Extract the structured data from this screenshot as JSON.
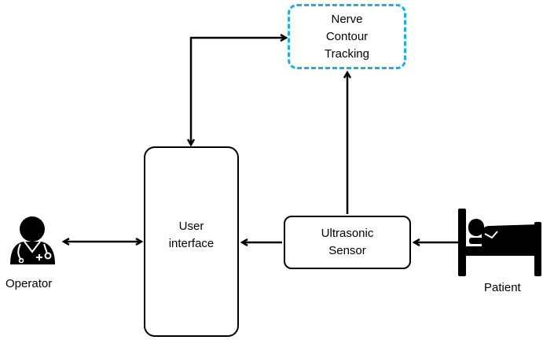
{
  "nodes": {
    "nerve_tracking": {
      "line1": "Nerve",
      "line2": "Contour",
      "line3": "Tracking"
    },
    "user_interface": {
      "line1": "User",
      "line2": "interface"
    },
    "ultrasonic_sensor": {
      "line1": "Ultrasonic",
      "line2": "Sensor"
    },
    "operator": {
      "label": "Operator",
      "icon": "doctor-icon"
    },
    "patient": {
      "label": "Patient",
      "icon": "bed-patient-icon"
    }
  },
  "colors": {
    "stroke": "#000000",
    "dashed_border": "#1eaee0"
  }
}
